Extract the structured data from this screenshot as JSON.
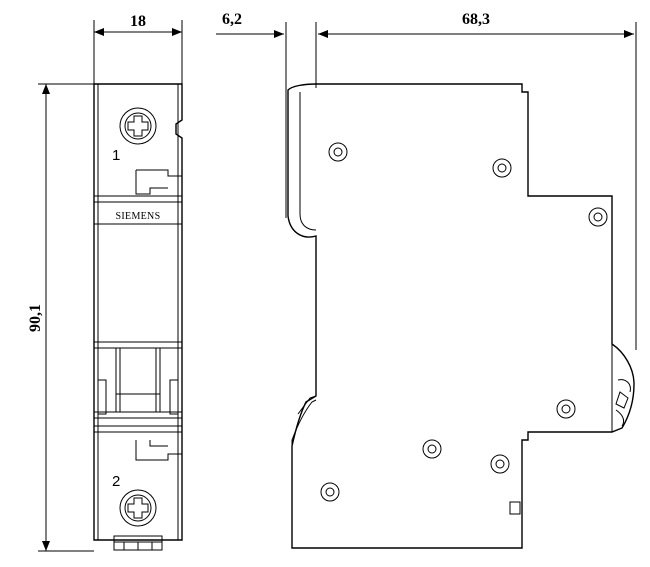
{
  "dimensions": {
    "width_front": "18",
    "height": "90,1",
    "rail_offset": "6,2",
    "depth": "68,3"
  },
  "terminals": {
    "top": "1",
    "bottom": "2"
  },
  "brand": "SIEMENS"
}
